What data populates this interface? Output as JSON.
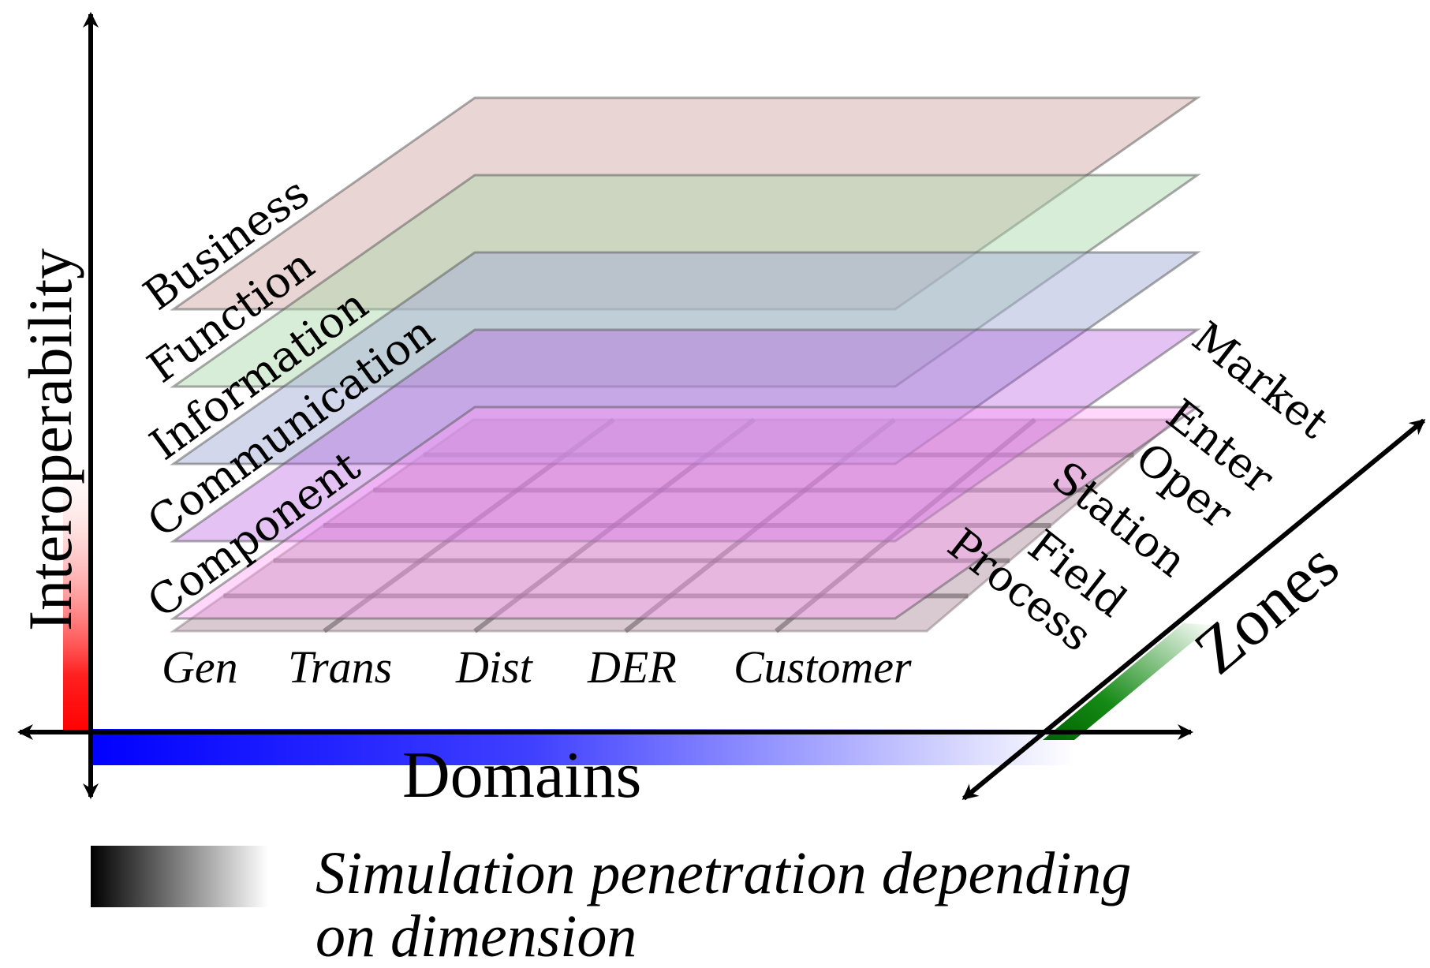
{
  "layers": [
    {
      "label": "Business",
      "color": "#d9b3b3"
    },
    {
      "label": "Function",
      "color": "#a8d8a8"
    },
    {
      "label": "Information",
      "color": "#a8b0d8"
    },
    {
      "label": "Communication",
      "color": "#b24fe0"
    },
    {
      "label": "Component",
      "color": "#ff9cf5"
    }
  ],
  "grid_color": "#c9b4bf",
  "domains": [
    "Gen",
    "Trans",
    "Dist",
    "DER",
    "Customer"
  ],
  "zones": [
    "Market",
    "Enter",
    "Oper",
    "Station",
    "Field",
    "Process"
  ],
  "axes": {
    "vertical": "Interoperability",
    "horizontal": "Domains",
    "depth": "Zones",
    "vertical_color": "#ff0000",
    "horizontal_color": "#0000ff",
    "depth_color": "#008000"
  },
  "legend": {
    "line1": "Simulation penetration depending",
    "line2": "on dimension"
  }
}
